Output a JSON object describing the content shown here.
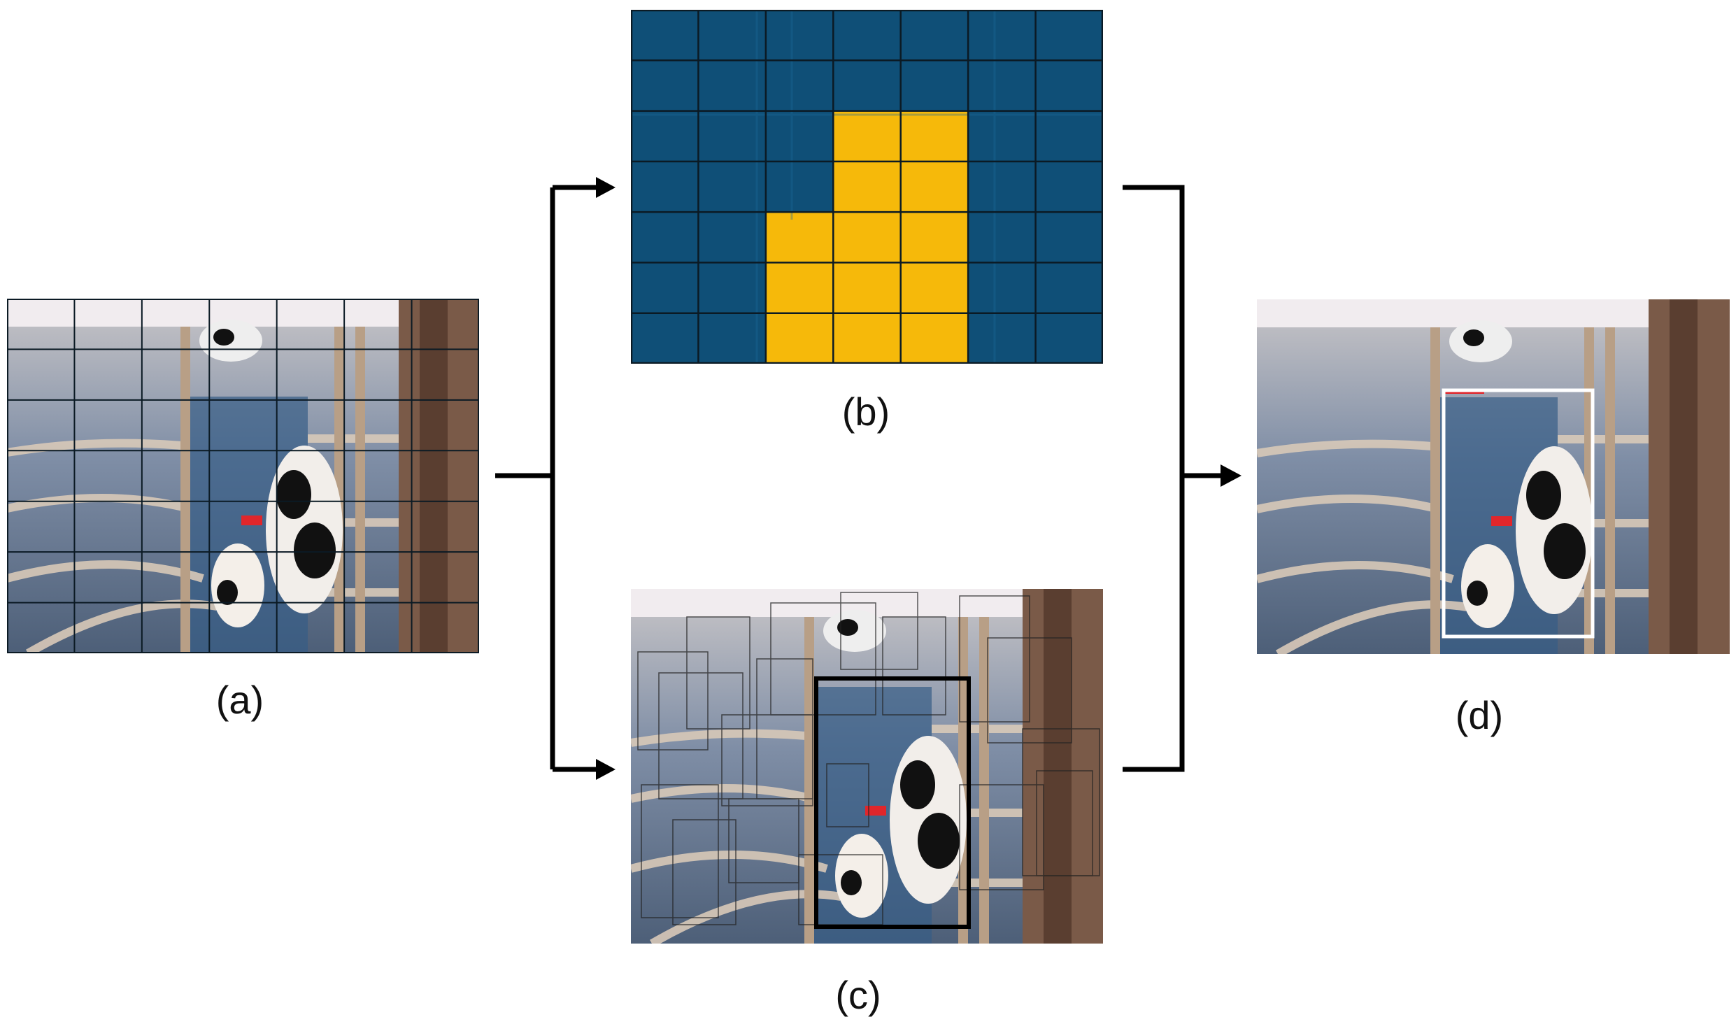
{
  "figure": {
    "captions": {
      "a": "(a)",
      "b": "(b)",
      "c": "(c)",
      "d": "(d)"
    },
    "grid": {
      "cols": 7,
      "rows": 7
    },
    "highlighted_cells": [
      [
        2,
        3
      ],
      [
        2,
        4
      ],
      [
        3,
        3
      ],
      [
        3,
        4
      ],
      [
        4,
        2
      ],
      [
        4,
        3
      ],
      [
        4,
        4
      ],
      [
        5,
        2
      ],
      [
        5,
        3
      ],
      [
        5,
        4
      ],
      [
        6,
        2
      ],
      [
        6,
        3
      ],
      [
        6,
        4
      ]
    ],
    "colors": {
      "grid_cell": "#0f4f77",
      "highlight_cell": "#f6b90a",
      "grid_line": "#0b1a24",
      "arrow": "#000000",
      "detection_box_d": "#ffffff",
      "detection_box_c": "#000000",
      "label_red": "#e0262b"
    },
    "icons": {
      "scene": "cow-in-barn-photo",
      "arrow_head": "arrow-right-icon"
    }
  }
}
